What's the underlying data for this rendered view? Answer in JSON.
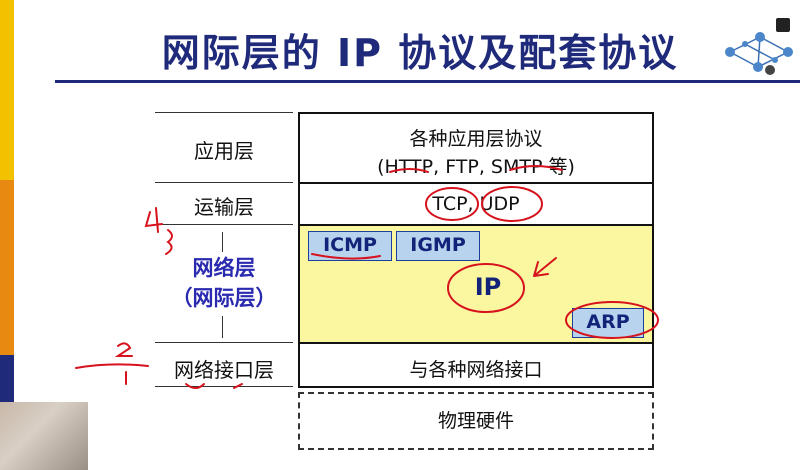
{
  "title": "网际层的 IP 协议及配套协议",
  "layers": {
    "application": {
      "label": "应用层",
      "line1": "各种应用层协议",
      "line2": "(HTTP, FTP, SMTP 等)"
    },
    "transport": {
      "label": "运输层",
      "content": "TCP, UDP"
    },
    "network": {
      "label_line1": "网络层",
      "label_line2": "（网际层）",
      "protocols": {
        "icmp": "ICMP",
        "igmp": "IGMP",
        "ip": "IP",
        "arp": "ARP"
      }
    },
    "interface": {
      "label": "网络接口层",
      "content": "与各种网络接口"
    },
    "physical": {
      "content": "物理硬件"
    }
  },
  "colors": {
    "title": "#1f2a7a",
    "network_fill": "#fbf7a0",
    "protocol_box": "#b8d3ee",
    "annotation_ink": "#d6121c",
    "sidebar_yellow": "#f2c200",
    "sidebar_orange": "#e88a12",
    "sidebar_navy": "#1f2a7a"
  }
}
